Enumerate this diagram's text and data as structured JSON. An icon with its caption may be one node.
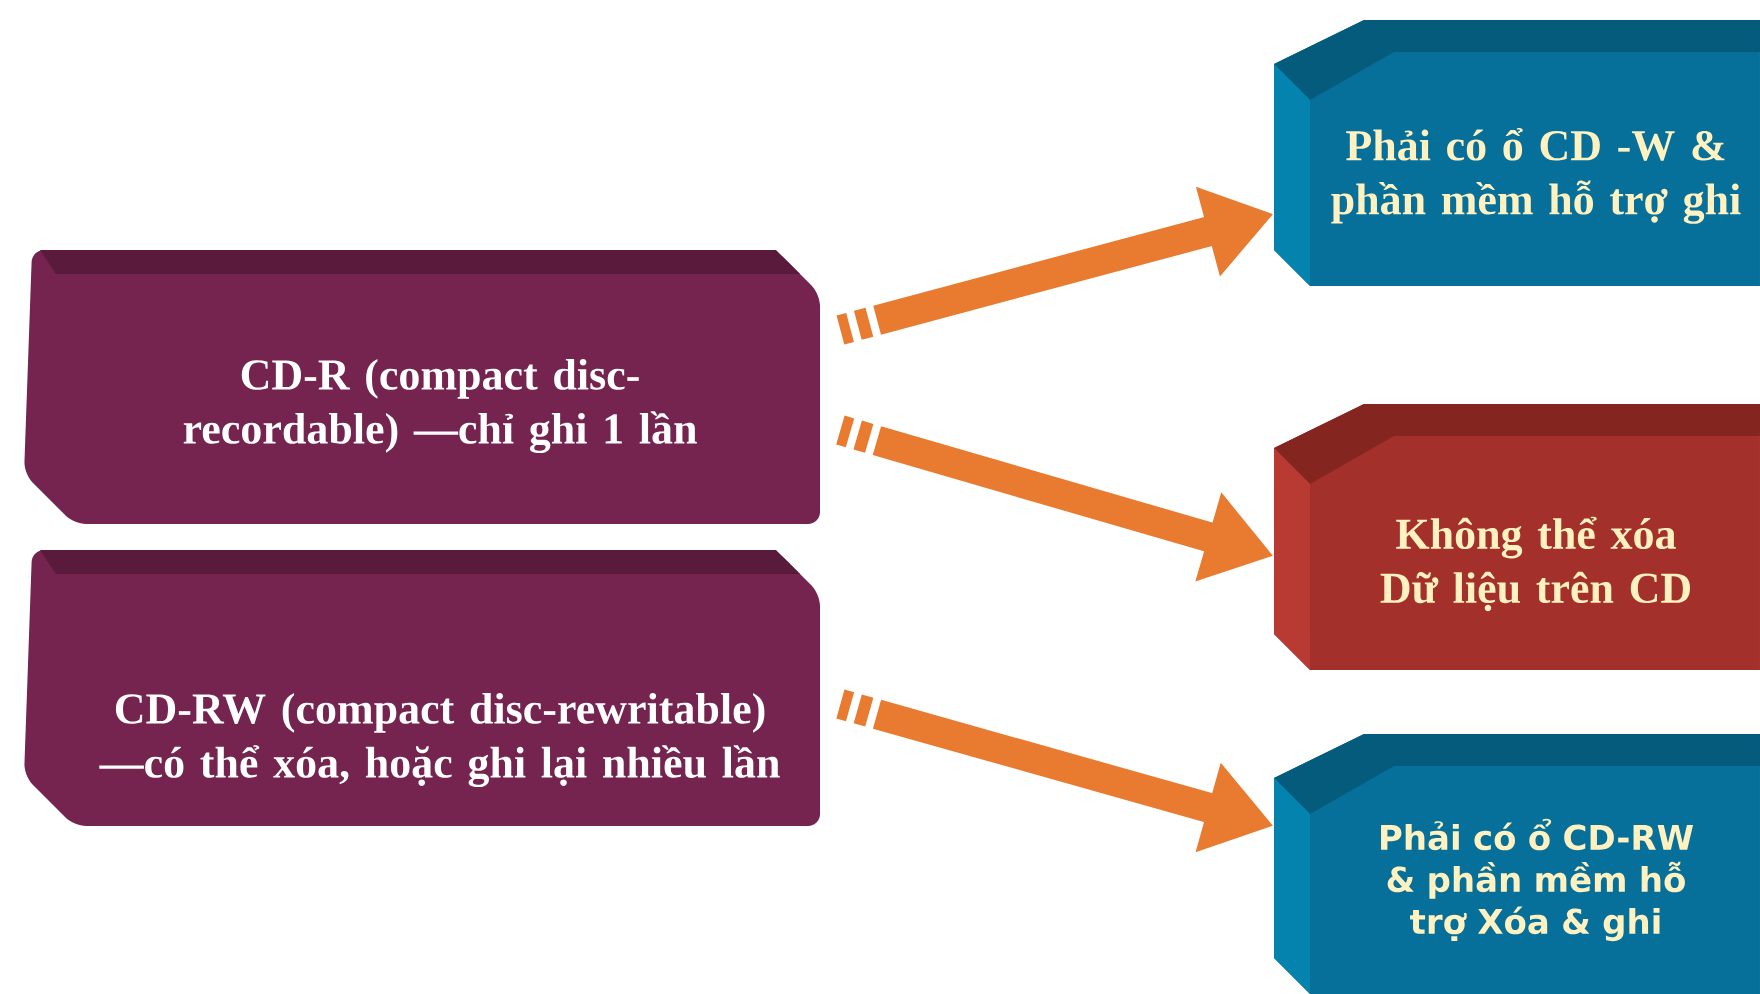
{
  "diagram": {
    "nodes": [
      {
        "text": [
          "CD-R (compact disc-recordable) —chỉ ghi 1 lần"
        ]
      },
      {
        "text": [
          "CD-RW (compact disc-rewritable) —có thể xóa, hoặc ghi lại nhiều lần"
        ]
      },
      {
        "text": [
          "Phải có ổ CD -W & phần mềm hỗ trợ ghi"
        ]
      },
      {
        "text": [
          "Không thể xóa Dữ liệu trên CD"
        ]
      },
      {
        "text": [
          "Phải có ổ CD-RW & phần mềm hỗ trợ Xóa & ghi"
        ]
      }
    ],
    "edges": [
      {
        "from": 0,
        "to": 2,
        "arrow": "to"
      },
      {
        "from": 0,
        "to": 3,
        "arrow": "to"
      },
      {
        "from": 1,
        "to": 4,
        "arrow": "to"
      }
    ]
  }
}
